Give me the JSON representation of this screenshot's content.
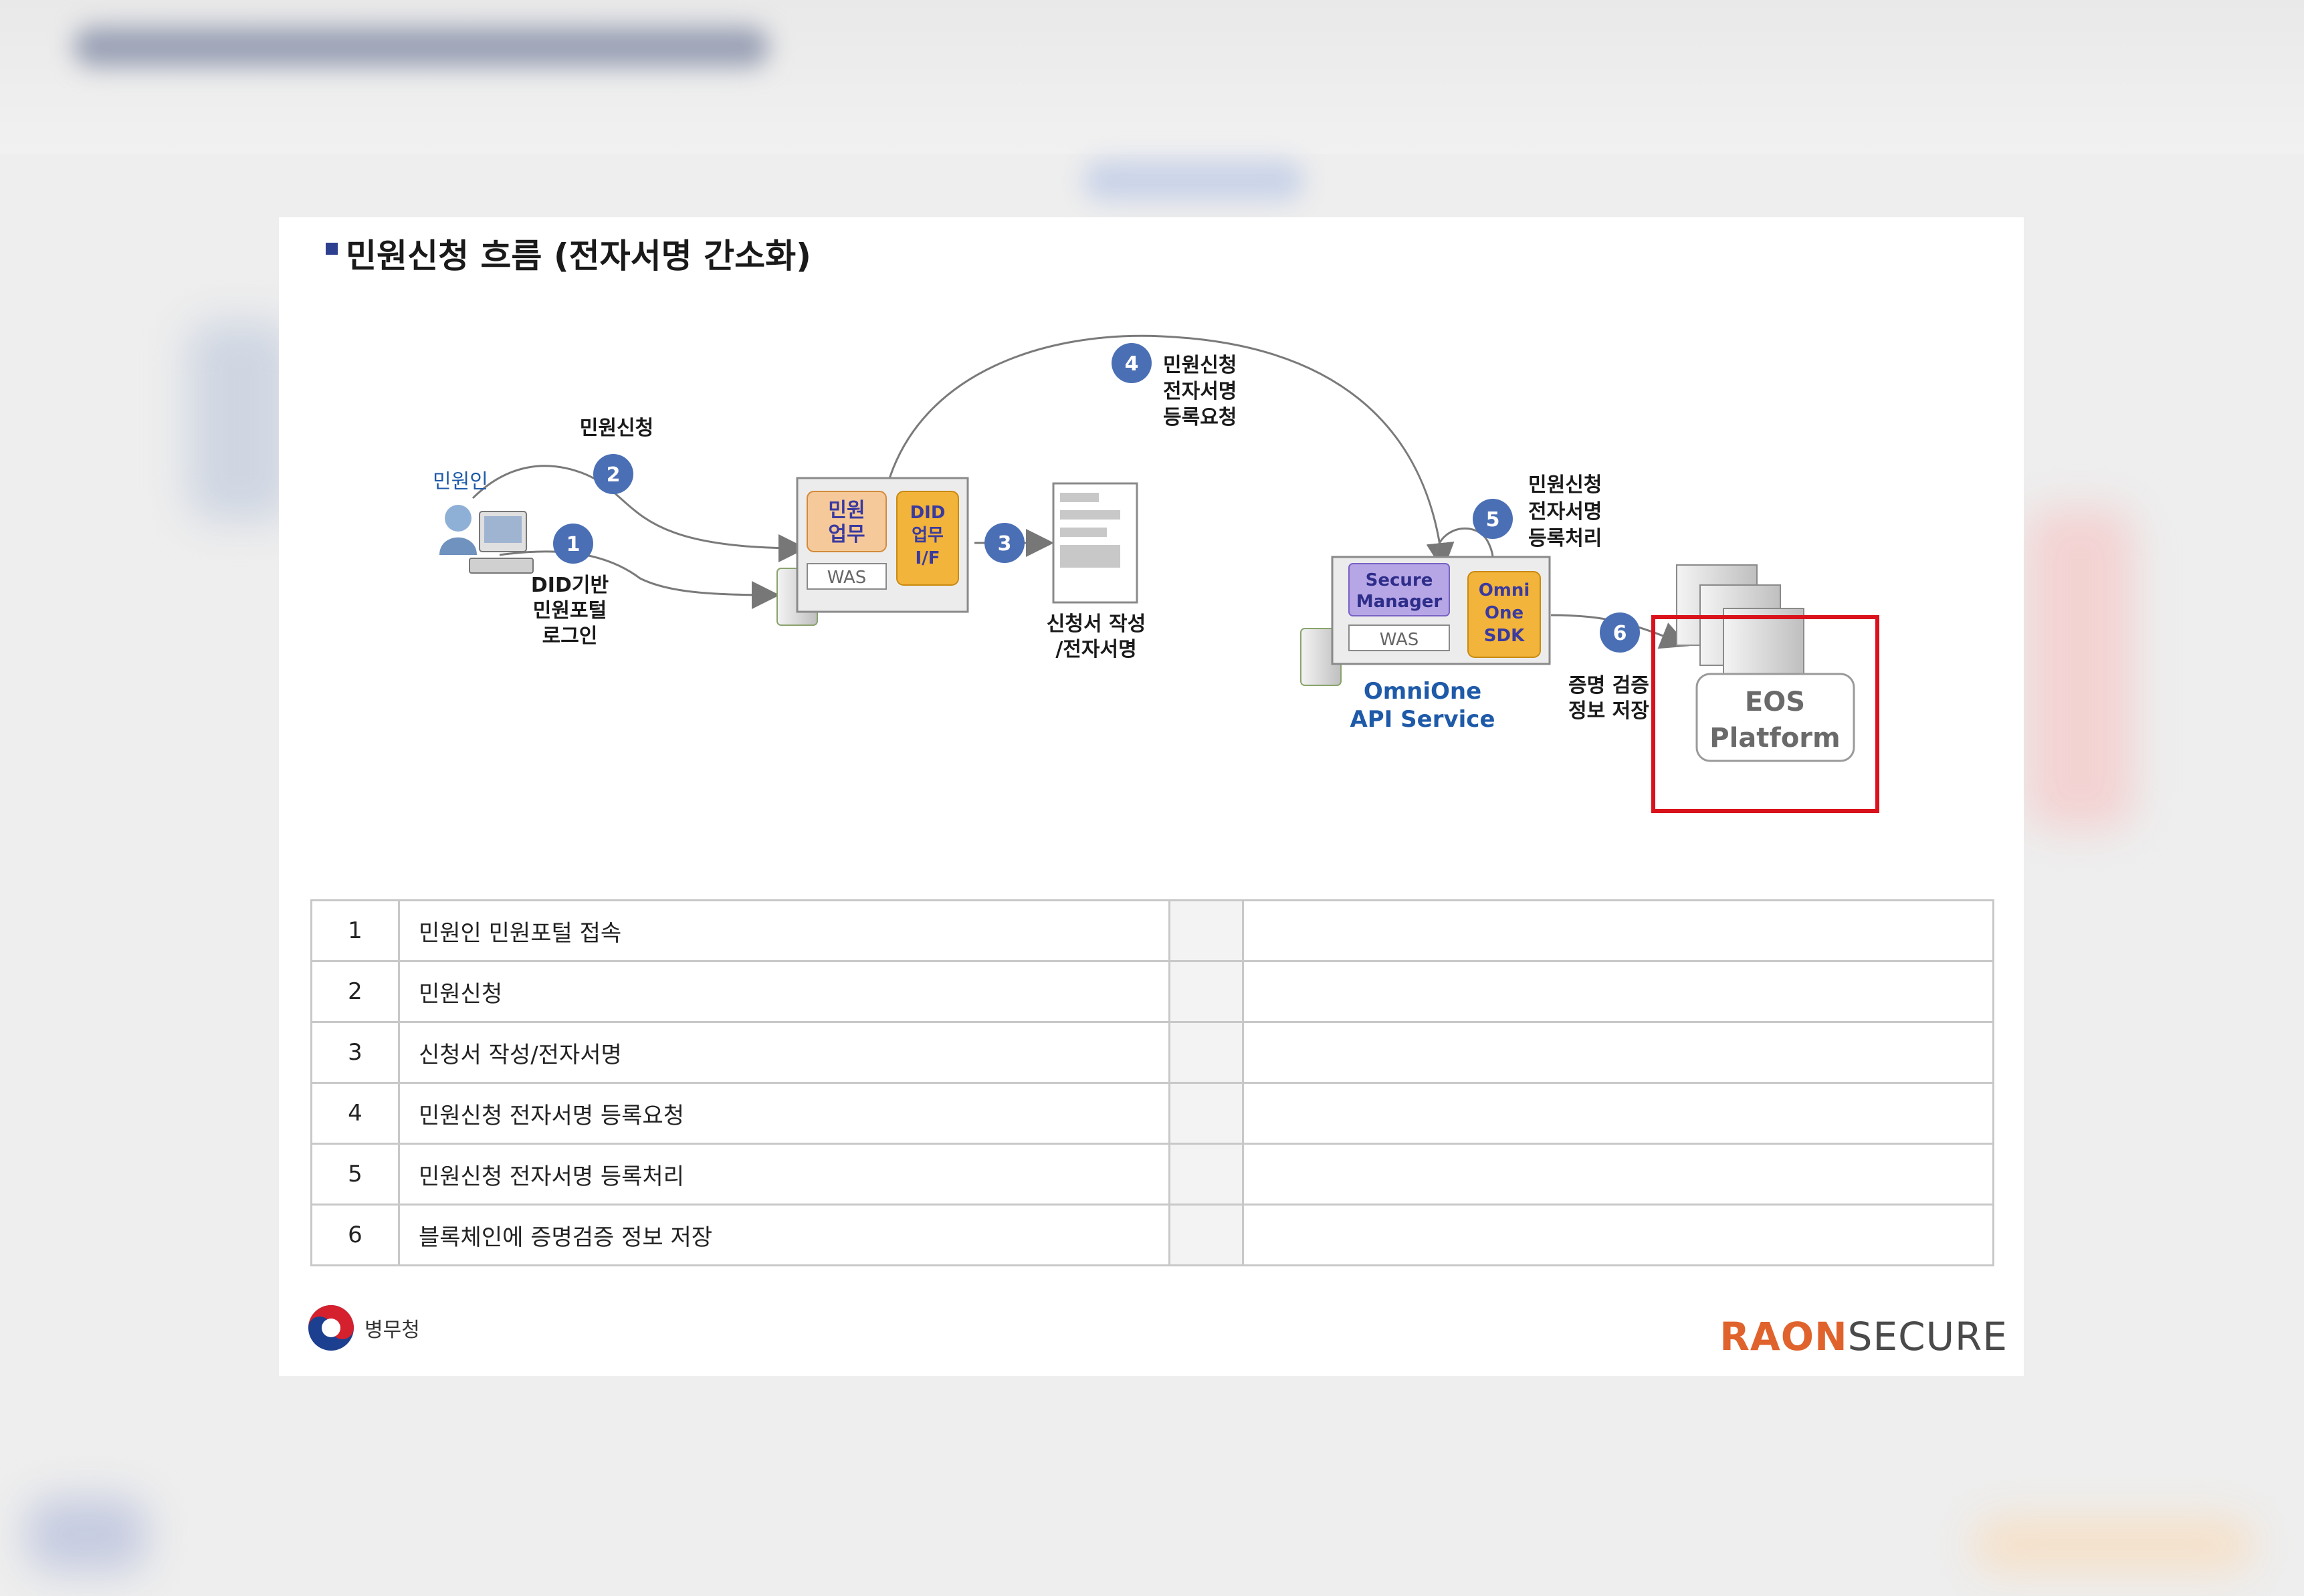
{
  "slide": {
    "title": "민원신청 흐름 (전자서명 간소화)"
  },
  "diagram": {
    "citizen_label": "민원인",
    "step_labels": {
      "s1": [
        "DID기반",
        "민원포털",
        "로그인"
      ],
      "s2": "민원신청",
      "s3": [
        "신청서 작성",
        "/전자서명"
      ],
      "s4": [
        "민원신청",
        "전자서명",
        "등록요청"
      ],
      "s5": [
        "민원신청",
        "전자서명",
        "등록처리"
      ],
      "s6": [
        "증명 검증",
        "정보 저장"
      ]
    },
    "step_numbers": [
      "1",
      "2",
      "3",
      "4",
      "5",
      "6"
    ],
    "was1": {
      "box_a": [
        "민원",
        "업무"
      ],
      "box_b": [
        "DID",
        "업무",
        "I/F"
      ],
      "was": "WAS"
    },
    "omnione": {
      "secure_manager": [
        "Secure",
        "Manager"
      ],
      "sdk": [
        "Omni",
        "One",
        "SDK"
      ],
      "was": "WAS",
      "caption": [
        "OmniOne",
        "API Service"
      ]
    },
    "eos": [
      "EOS",
      "Platform"
    ],
    "colors": {
      "step_circle": "#4a6fb5",
      "highlight": "#d9121b",
      "box_orange": "#f2b43a",
      "box_peach": "#f6c99a",
      "box_purple": "#b7a6e6",
      "caption_blue": "#1e5aa8"
    }
  },
  "table": {
    "rows": [
      {
        "num": "1",
        "desc": "민원인 민원포털 접속"
      },
      {
        "num": "2",
        "desc": "민원신청"
      },
      {
        "num": "3",
        "desc": "신청서 작성/전자서명"
      },
      {
        "num": "4",
        "desc": "민원신청 전자서명 등록요청"
      },
      {
        "num": "5",
        "desc": "민원신청 전자서명 등록처리"
      },
      {
        "num": "6",
        "desc": "블록체인에 증명검증 정보 저장"
      }
    ]
  },
  "footer": {
    "agency": "병무청",
    "brand_a": "RAON",
    "brand_b": "SECURE"
  }
}
